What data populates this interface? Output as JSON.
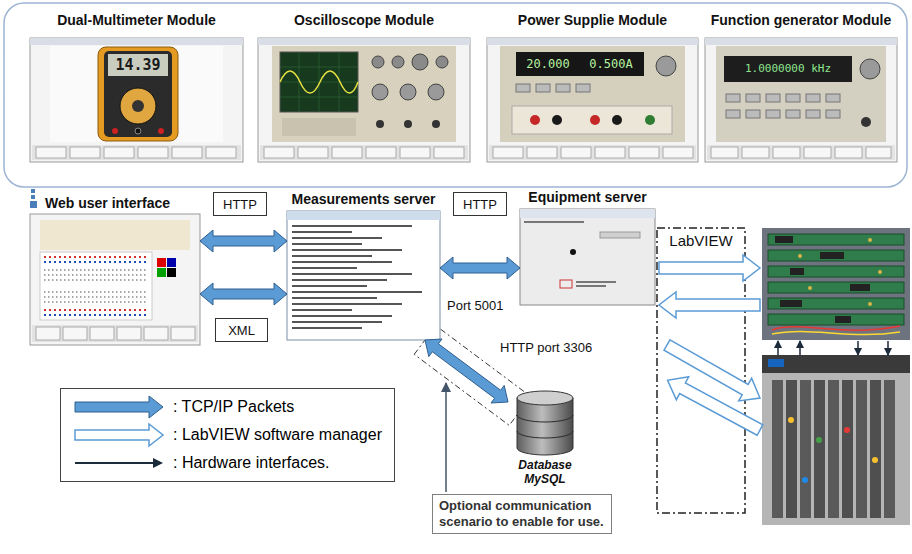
{
  "diagram": {
    "nodes": [
      {
        "text": [
          "Dual-Multimeter Module"
        ]
      },
      {
        "text": [
          "Oscilloscope Module"
        ]
      },
      {
        "text": [
          "Power Supplie Module"
        ]
      },
      {
        "text": [
          "Function generator Module"
        ]
      },
      {
        "text": [
          "HTTP"
        ]
      },
      {
        "text": [
          "HTTP"
        ]
      },
      {
        "text": [
          "Web user interface"
        ]
      },
      {
        "text": [
          "Measurements server"
        ]
      },
      {
        "text": [
          "Equipment server"
        ]
      },
      {
        "text": [
          "LabVIEW"
        ]
      },
      {
        "text": [
          "XML"
        ]
      },
      {
        "text": [
          "Database MySQL"
        ]
      },
      {
        "text": [
          "Optional communication scenario to enable for use."
        ]
      }
    ],
    "edges": [
      {
        "from": 6,
        "to": 7,
        "arrow": "both"
      },
      {
        "from": 6,
        "to": 7,
        "arrow": "both"
      },
      {
        "from": 7,
        "to": 8,
        "arrow": "both"
      },
      {
        "from": 7,
        "to": 11,
        "arrow": "both"
      }
    ],
    "labels": [
      "14.39",
      "20.000",
      "0.500A",
      "1.0000000 kHz",
      "Port 5001",
      "HTTP port 3306"
    ],
    "legend": [
      {
        "text": ": TCP/IP Packets"
      },
      {
        "text": ": LabVIEW software manager"
      },
      {
        "text": ": Hardware interfaces."
      }
    ]
  }
}
